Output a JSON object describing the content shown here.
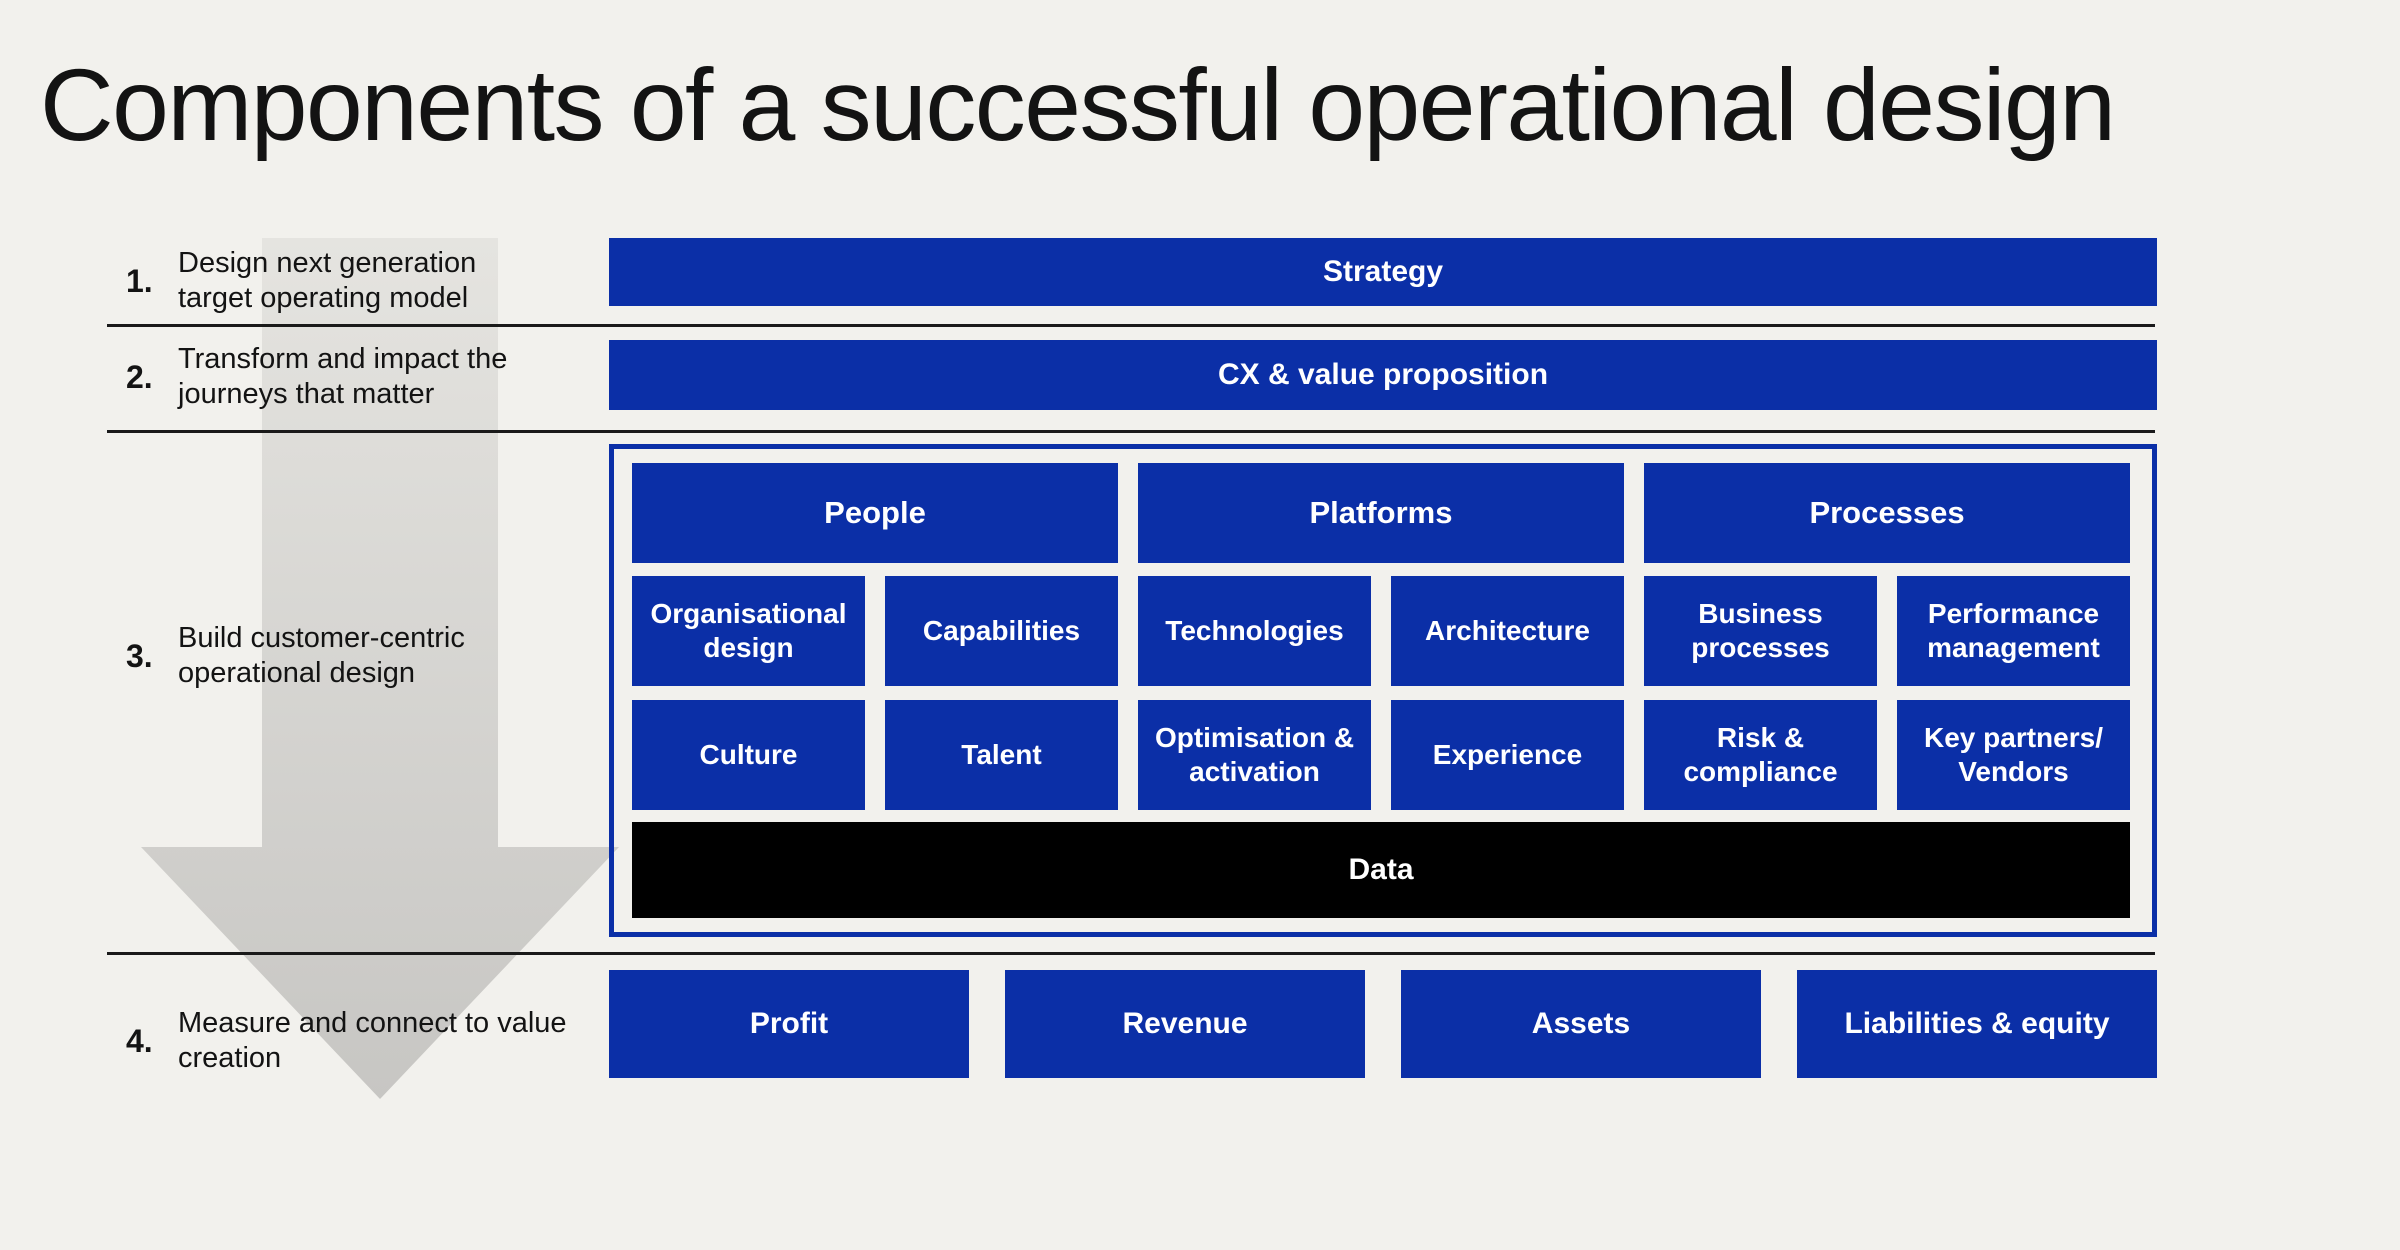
{
  "title": "Components of a successful operational design",
  "colors": {
    "background": "#f2f1ed",
    "blue": "#0b2fa7",
    "data_bar": "#000000",
    "divider": "#1a1a1a",
    "arrow_top": "#e5e4e0",
    "arrow_bottom": "#c7c6c3",
    "text_dark": "#131313",
    "text_light": "#ffffff"
  },
  "steps": [
    {
      "number": "1.",
      "label": "Design next generation\ntarget operating model"
    },
    {
      "number": "2.",
      "label": "Transform and impact the\njourneys that matter"
    },
    {
      "number": "3.",
      "label": "Build customer-centric\noperational design"
    },
    {
      "number": "4.",
      "label": "Measure and connect to value\ncreation"
    }
  ],
  "bars": {
    "strategy": "Strategy",
    "cx": "CX & value proposition"
  },
  "section3": {
    "headers": [
      "People",
      "Platforms",
      "Processes"
    ],
    "row1": [
      "Organisational\ndesign",
      "Capabilities",
      "Technologies",
      "Architecture",
      "Business\nprocesses",
      "Performance\nmanagement"
    ],
    "row2": [
      "Culture",
      "Talent",
      "Optimisation &\nactivation",
      "Experience",
      "Risk &\ncompliance",
      "Key partners/\nVendors"
    ],
    "data_label": "Data"
  },
  "value_row": [
    "Profit",
    "Revenue",
    "Assets",
    "Liabilities & equity"
  ]
}
